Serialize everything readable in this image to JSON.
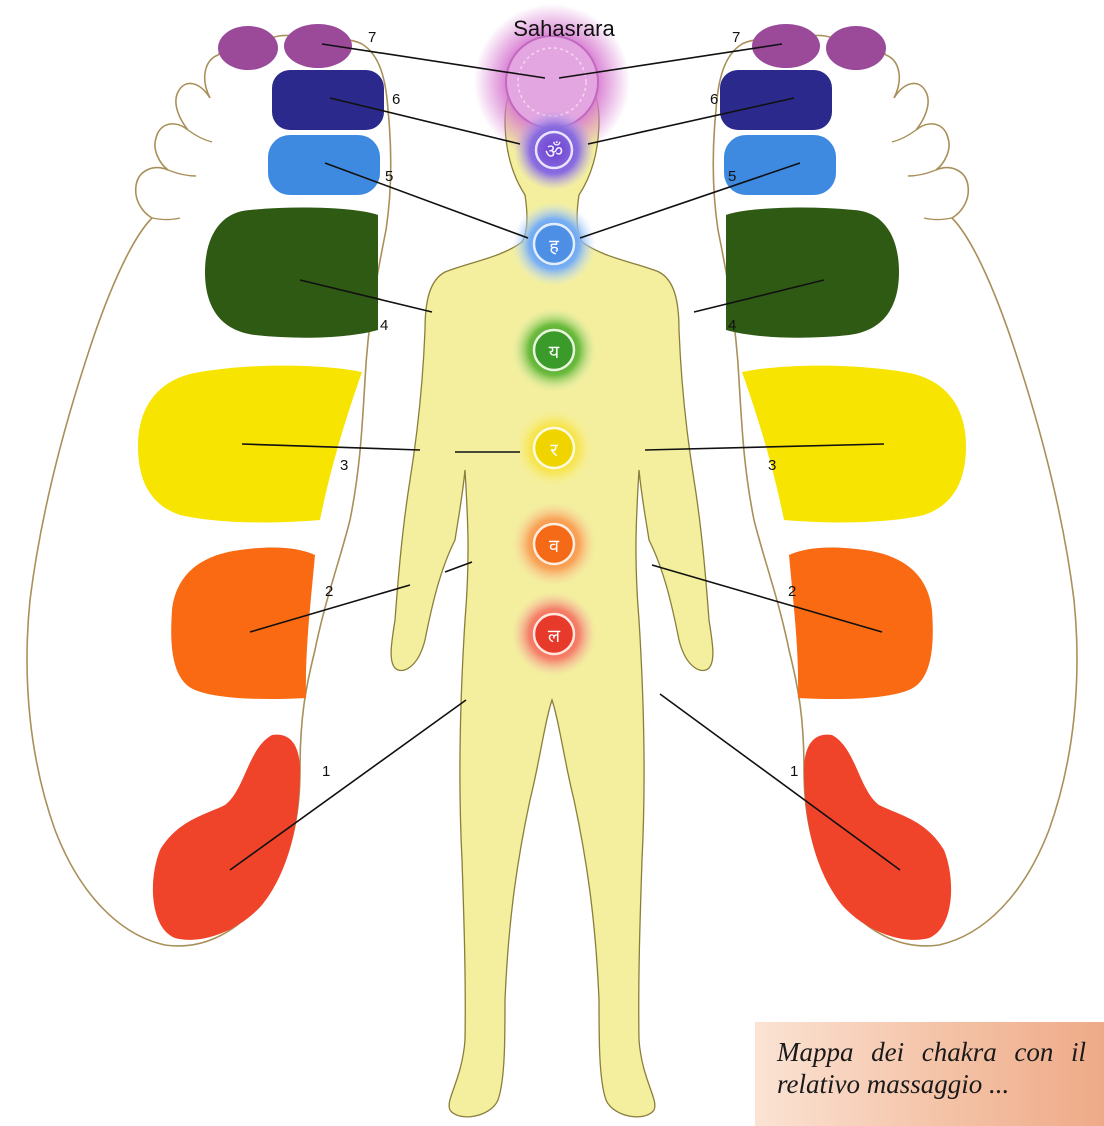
{
  "title": "Sahasrara",
  "caption": "Mappa dei chakra con il relativo massaggio ...",
  "chakras": [
    {
      "number": "1",
      "color": "#f0442a"
    },
    {
      "number": "2",
      "color": "#f96a12"
    },
    {
      "number": "3",
      "color": "#f7e400"
    },
    {
      "number": "4",
      "color": "#2f5a14"
    },
    {
      "number": "5",
      "color": "#3d8ae0"
    },
    {
      "number": "6",
      "color": "#2b2a8c"
    },
    {
      "number": "7",
      "color": "#9b4a9a"
    }
  ],
  "labels": {
    "left": {
      "n1": "1",
      "n2": "2",
      "n3": "3",
      "n4": "4",
      "n5": "5",
      "n6": "6",
      "n7": "7"
    },
    "right": {
      "n1": "1",
      "n2": "2",
      "n3": "3",
      "n4": "4",
      "n5": "5",
      "n6": "6",
      "n7": "7"
    }
  }
}
